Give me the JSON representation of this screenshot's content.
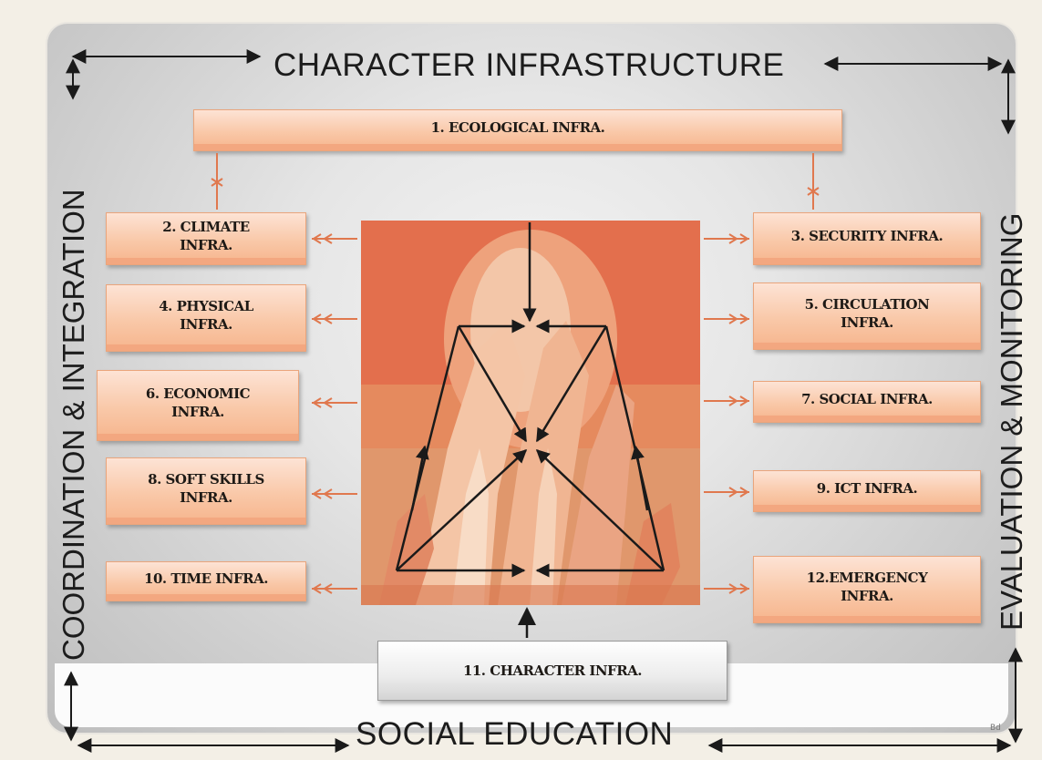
{
  "titles": {
    "top": "CHARACTER INFRASTRUCTURE",
    "bottom": "SOCIAL EDUCATION",
    "left": "COORDINATION & INTEGRATION",
    "right": "EVALUATION & MONITORING"
  },
  "boxes": {
    "b1": "1. ECOLOGICAL INFRA.",
    "b2": "2. CLIMATE\nINFRA.",
    "b3": "3. SECURITY INFRA.",
    "b4": "4. PHYSICAL\nINFRA.",
    "b5": "5. CIRCULATION\nINFRA.",
    "b6": "6. ECONOMIC\nINFRA.",
    "b7": "7. SOCIAL INFRA.",
    "b8": "8. SOFT SKILLS\nINFRA.",
    "b9": "9. ICT INFRA.",
    "b10": "10. TIME INFRA.",
    "b11": "11. CHARACTER INFRA.",
    "b12": "12.EMERGENCY\nINFRA."
  },
  "corner_mark": "Bd",
  "colors": {
    "box_fill": "#f9c8a8",
    "box_border": "#eaa57c",
    "connector": "#e0784e",
    "photo_base": "#dd6a4a"
  }
}
